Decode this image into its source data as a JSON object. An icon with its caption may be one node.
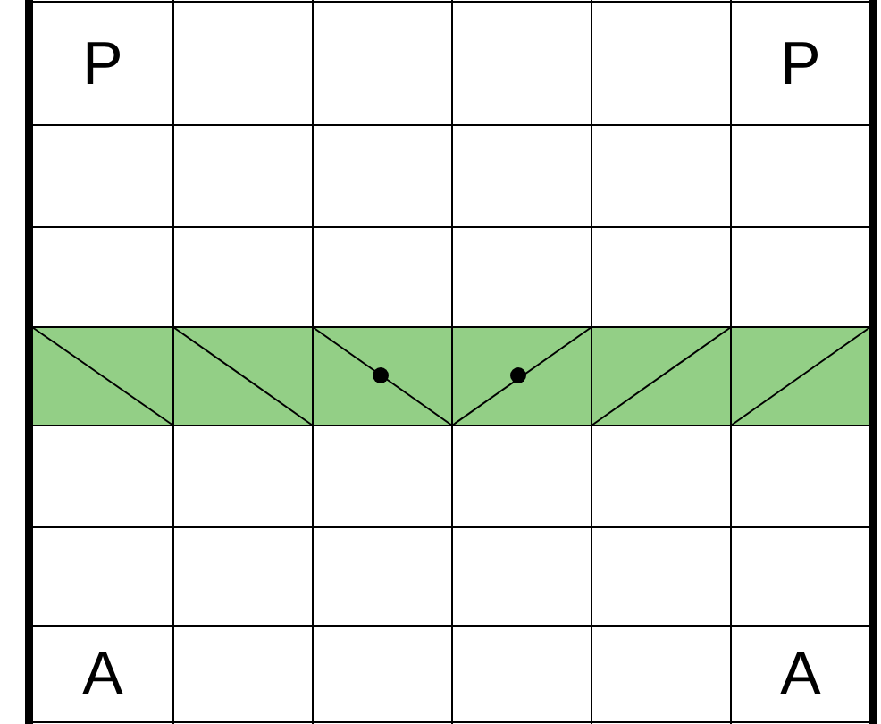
{
  "diagram": {
    "labels": [
      "P",
      "P",
      "A",
      "A"
    ]
  }
}
